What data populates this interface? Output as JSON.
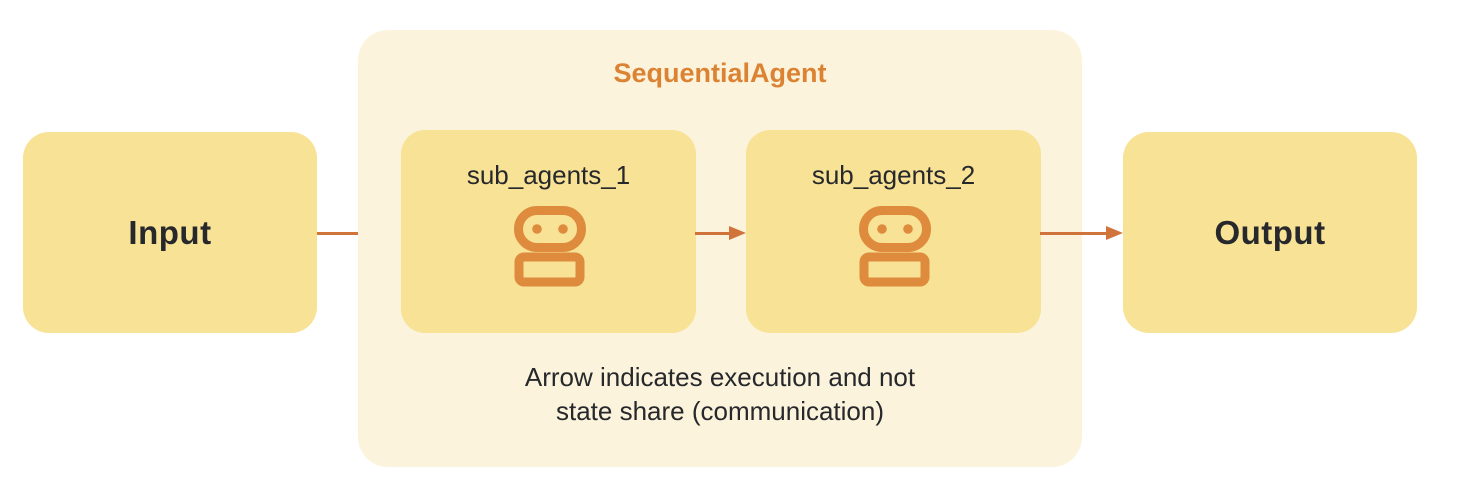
{
  "colors": {
    "box_fill": "#F8E295",
    "container_fill": "#FBF3DC",
    "arrow": "#D0743B",
    "icon": "#DE8B3E",
    "title": "#DB8233",
    "text_dark": "#26282C"
  },
  "diagram": {
    "input": {
      "label": "Input"
    },
    "output": {
      "label": "Output"
    },
    "container": {
      "title": "SequentialAgent",
      "sub_agents": [
        {
          "label": "sub_agents_1",
          "icon": "robot-icon"
        },
        {
          "label": "sub_agents_2",
          "icon": "robot-icon"
        }
      ],
      "caption_lines": [
        "Arrow indicates execution and not",
        "state share (communication)"
      ]
    },
    "arrows": [
      {
        "name": "arrow-input-to-sub1"
      },
      {
        "name": "arrow-sub1-to-sub2"
      },
      {
        "name": "arrow-sub2-to-output"
      }
    ]
  }
}
